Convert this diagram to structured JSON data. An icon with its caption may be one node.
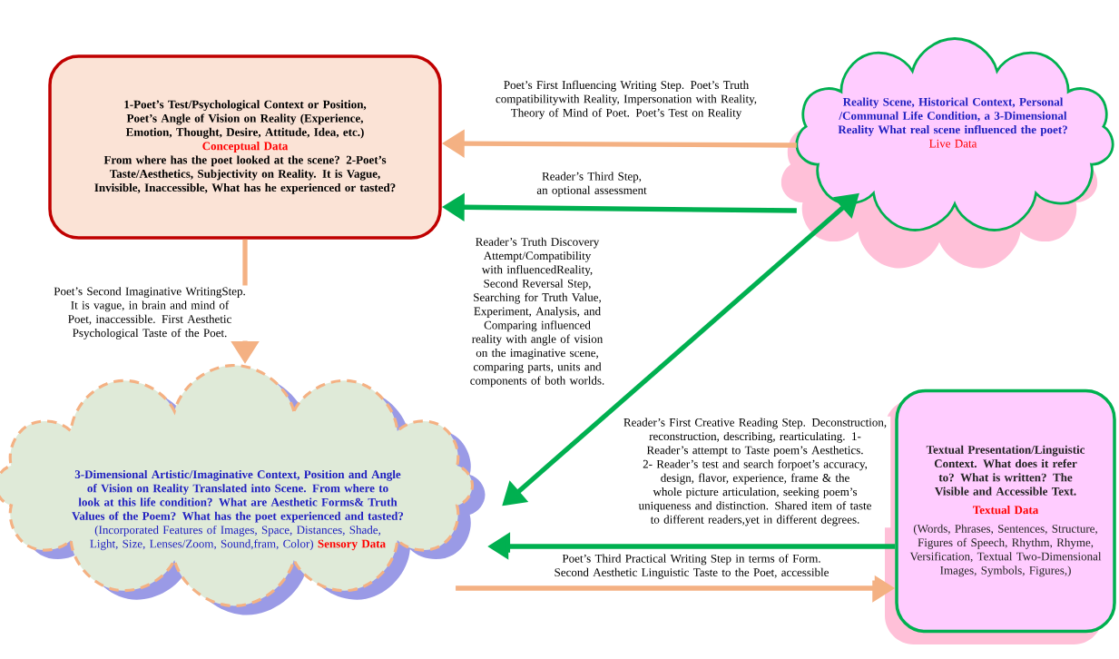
{
  "diagram": {
    "nodes": [
      {
        "text": [
          "1-Poet’s Test/Psychological Context or Position, Poet’s Angle of Vision on Reality (Experience, Emotion, Thought, Desire, Attitude, Idea, etc.)",
          "Conceptual Data",
          "From where has the poet looked at the scene? 2-Poet’s Taste/Aesthetics, Subjectivity on Reality. It is Vague, Invisible, Inaccessible, What has he experienced or tasted?"
        ]
      },
      {
        "text": [
          "Reality Scene, Historical Context, Personal /Communal Life Condition, a 3-Dimensional Reality What real scene influenced the poet?",
          "Live Data"
        ]
      },
      {
        "text": [
          "3-Dimensional Artistic/Imaginative Context, Position and Angle of Vision on Reality Translated into Scene. From where to look at this life condition? What are Aesthetic Forms& Truth Values of the Poem? What has the poet experienced and tasted?",
          "(Incorporated Features of Images, Space, Distances, Shade, Light, Size, Lenses/Zoom, Sound,fram, Color)",
          "Sensory Data"
        ]
      },
      {
        "text": [
          "Textual Presentation/Linguistic Context. What does it refer to? What is written? The Visible and Accessible Text.",
          "Textual Data",
          "(Words, Phrases, Sentences, Structure, Figures of Speech, Rhythm, Rhyme, Versification, Textual Two-Dimensional Images, Symbols, Figures,)"
        ]
      }
    ],
    "edges": [
      {
        "from": 1,
        "to": 0,
        "arrow": "to",
        "color": "#f4b183",
        "label": "Poet’s First Influencing Writing Step. Poet’s Truth compatibilitywith Reality, Impersonation with Reality, Theory of Mind of Poet. Poet’s Test on Reality"
      },
      {
        "from": 1,
        "to": 0,
        "arrow": "to",
        "color": "#00b050",
        "label": "Reader’s Third Step, an optional assessment"
      },
      {
        "from": 0,
        "to": 2,
        "arrow": "to",
        "color": "#f4b183",
        "label": "Poet’s Second Imaginative WritingStep. It is vague, in brain and mind of Poet, inaccessible. First Aesthetic Psychological Taste of the Poet."
      },
      {
        "from": 2,
        "to": 1,
        "arrow": "both",
        "color": "#00b050",
        "label": "Reader’s Truth Discovery Attempt/Compatibility with influencedReality, Second Reversal Step, Searching for Truth Value, Experiment, Analysis, and Comparing influenced reality with angle of vision on the imaginative scene, comparing parts, units and components of both worlds."
      },
      {
        "from": 3,
        "to": 2,
        "arrow": "to",
        "color": "#00b050",
        "label": "Reader’s First Creative Reading Step. Deconstruction, reconstruction, describing, rearticulating. 1-Reader’s attempt to Taste poem’s Aesthetics. 2- Reader’s test and search forpoet’s accuracy, design, flavor, experience, frame & the whole picture articulation, seeking poem’s uniqueness and distinction. Shared item of taste to different readers,yet in different degrees."
      },
      {
        "from": 2,
        "to": 3,
        "arrow": "to",
        "color": "#f4b183",
        "label": "Poet’s Third Practical Writing Step in terms of Form. Second Aesthetic Linguistic Taste to the Poet, accessible"
      }
    ]
  }
}
